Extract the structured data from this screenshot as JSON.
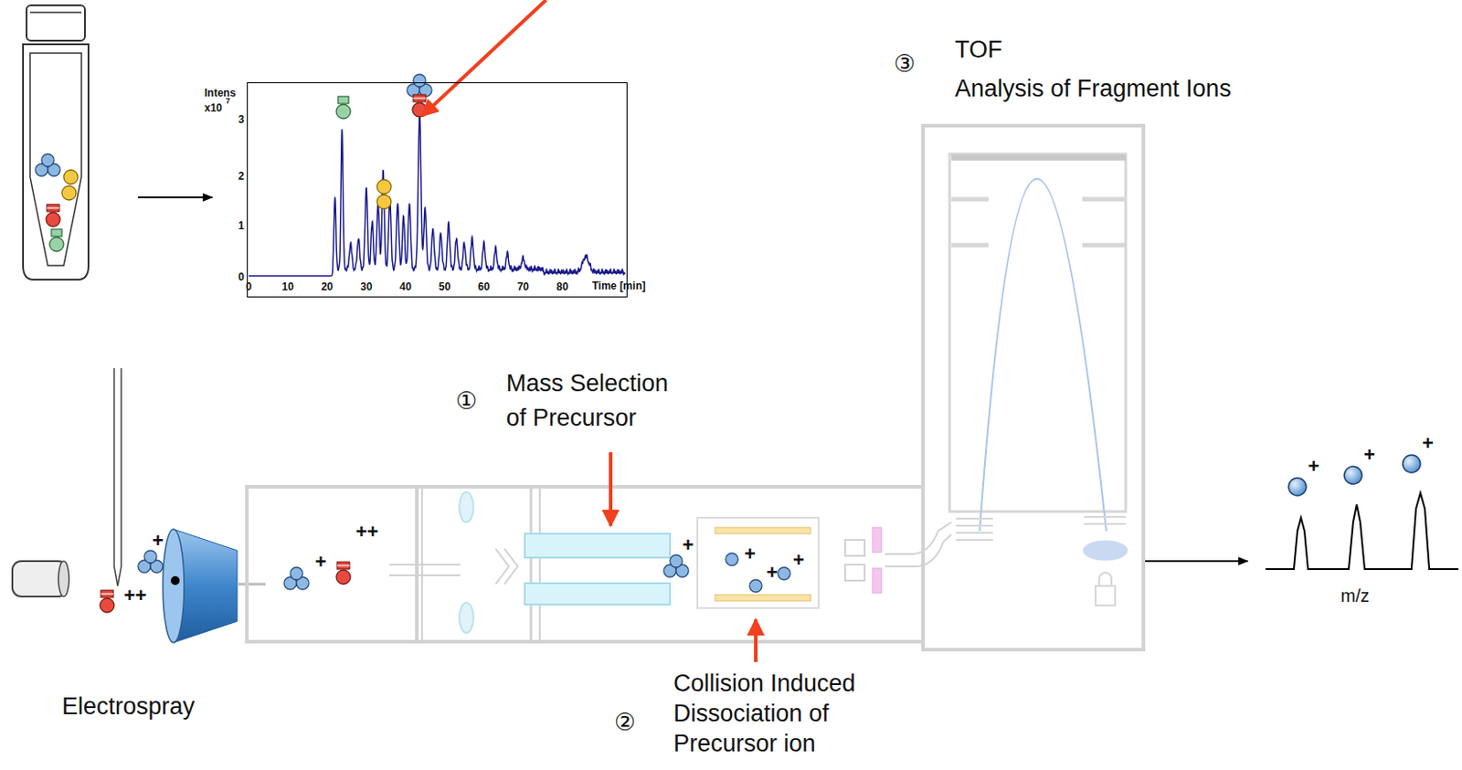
{
  "diagram": {
    "nodes": [
      {
        "text": [
          "Intens",
          "x10",
          "Time [min]"
        ]
      },
      {
        "text": [
          "TOF",
          "Analysis of Fragment Ions"
        ]
      },
      {
        "text": [
          "m/z"
        ]
      }
    ],
    "edges": [
      {
        "from": 1,
        "to": 2,
        "arrow": "to"
      }
    ],
    "labels": [
      "③",
      "①",
      "Mass Selection of Precursor",
      "②",
      "Collision Induced Dissociation of Precursor ion",
      "Electrospray",
      "7",
      "3",
      "2",
      "1",
      "0",
      "0",
      "10",
      "20",
      "30",
      "40",
      "50",
      "60",
      "70",
      "80",
      "++",
      "+",
      "+",
      "++",
      "+",
      "+",
      "+",
      "+",
      "+",
      "+",
      "+"
    ]
  }
}
